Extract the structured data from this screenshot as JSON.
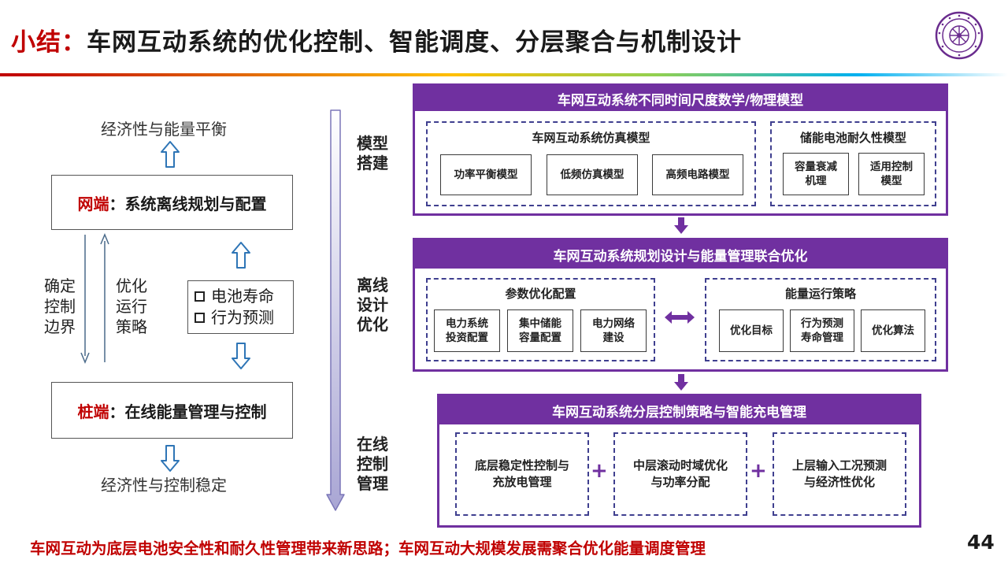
{
  "title": {
    "prefix": "小结：",
    "main": "车网互动系统的优化控制、智能调度、分层聚合与机制设计"
  },
  "left": {
    "top_label": "经济性与能量平衡",
    "grid_box": {
      "highlight": "网端",
      "text": "：系统离线规划与配置"
    },
    "left_col": [
      "确定",
      "控制",
      "边界"
    ],
    "mid_col": [
      "优化",
      "运行",
      "策略"
    ],
    "checks": [
      "电池寿命",
      "行为预测"
    ],
    "pile_box": {
      "highlight": "桩端",
      "text": "：在线能量管理与控制"
    },
    "bottom_label": "经济性与控制稳定"
  },
  "stages": {
    "s1": [
      "模型",
      "搭建"
    ],
    "s2": [
      "离线",
      "设计",
      "优化"
    ],
    "s3": [
      "在线",
      "控制",
      "管理"
    ]
  },
  "section1": {
    "header": "车网互动系统不同时间尺度数学/物理模型",
    "groupA": {
      "title": "车网互动系统仿真模型",
      "items": [
        "功率平衡模型",
        "低频仿真模型",
        "高频电路模型"
      ]
    },
    "groupB": {
      "title": "储能电池耐久性模型",
      "items": [
        [
          "容量衰减",
          "机理"
        ],
        [
          "适用控制",
          "模型"
        ]
      ]
    }
  },
  "section2": {
    "header": "车网互动系统规划设计与能量管理联合优化",
    "groupA": {
      "title": "参数优化配置",
      "items": [
        [
          "电力系统",
          "投资配置"
        ],
        [
          "集中储能",
          "容量配置"
        ],
        [
          "电力网络",
          "建设"
        ]
      ]
    },
    "groupB": {
      "title": "能量运行策略",
      "items": [
        [
          "优化目标"
        ],
        [
          "行为预测",
          "寿命管理"
        ],
        [
          "优化算法"
        ]
      ]
    }
  },
  "section3": {
    "header": "车网互动系统分层控制策略与智能充电管理",
    "items": [
      [
        "底层稳定性控制与",
        "充放电管理"
      ],
      [
        "中层滚动时域优化",
        "与功率分配"
      ],
      [
        "上层输入工况预测",
        "与经济性优化"
      ]
    ],
    "plus": "+"
  },
  "bottom_note": "车网互动为底层电池安全性和耐久性管理带来新思路；车网互动大规模发展需聚合优化能量调度管理",
  "page_number": "44",
  "colors": {
    "accent": "#7030a0",
    "red": "#c00000",
    "arrow_blue": "#2e75b6"
  }
}
